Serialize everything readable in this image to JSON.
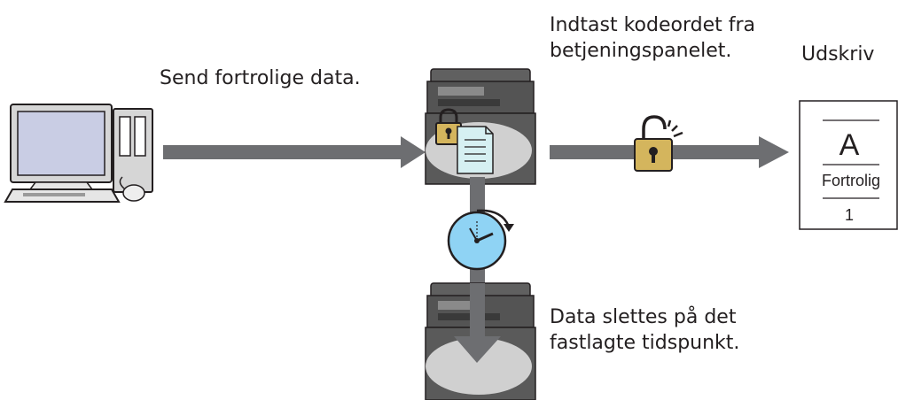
{
  "labels": {
    "send": "Send fortrolige data.",
    "enter_password": "Indtast kodeordet fra\nbetjeningspanelet.",
    "print": "Udskriv",
    "delete": "Data slettes på det\nfastlagte tidspunkt."
  },
  "printed_doc": {
    "letter": "A",
    "caption": "Fortrolig",
    "number": "1"
  },
  "colors": {
    "arrow": "#6d6e71",
    "lock_gold": "#d4b55d",
    "clock_blue": "#8fd3f4",
    "monitor_screen": "#c9cde4",
    "panel_gray": "#d0d0d0"
  },
  "icons": [
    "computer-icon",
    "printer-icon",
    "lock-icon",
    "document-icon",
    "unlock-icon",
    "clock-icon",
    "printed-page-icon"
  ]
}
